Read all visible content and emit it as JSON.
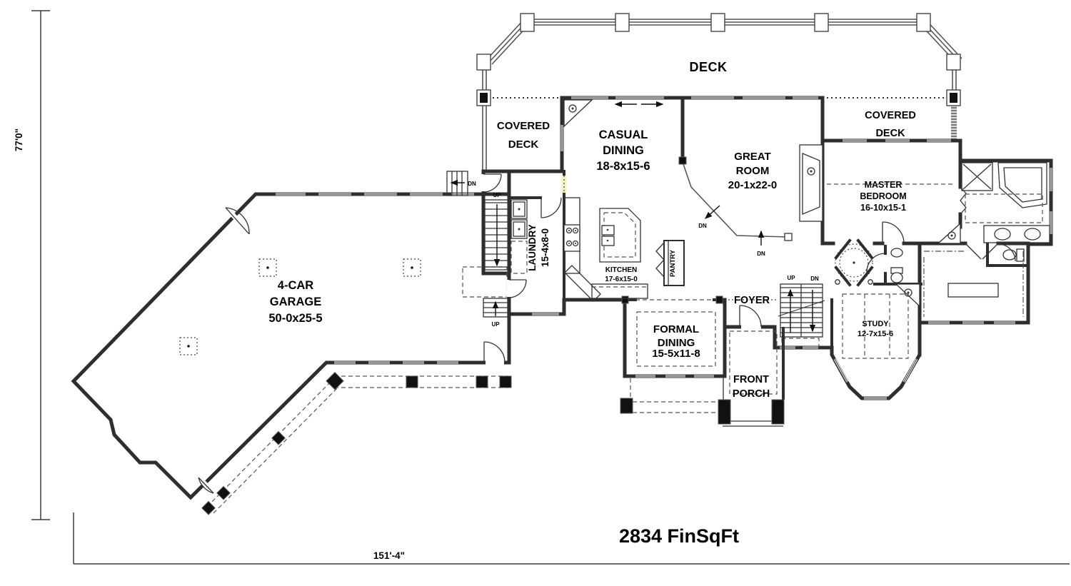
{
  "colors": {
    "floor": "#F6F2C1",
    "wall": "#2E2E2E",
    "exterior": "#FFFFFF",
    "dash_line": "#555555"
  },
  "plan": {
    "title_area": "2834 FinSqFt",
    "dim_width": "151'-4\"",
    "dim_height": "77'0\"",
    "deck": {
      "label": "DECK"
    },
    "covered_deck_left": {
      "line1": "COVERED",
      "line2": "DECK"
    },
    "covered_deck_right": {
      "line1": "COVERED",
      "line2": "DECK"
    },
    "casual_dining": {
      "line1": "CASUAL",
      "line2": "DINING",
      "dims": "18-8x15-6"
    },
    "great_room": {
      "line1": "GREAT",
      "line2": "ROOM",
      "dims": "20-1x22-0"
    },
    "master_bedroom": {
      "line1": "MASTER",
      "line2": "BEDROOM",
      "dims": "16-10x15-1"
    },
    "kitchen": {
      "name": "KITCHEN",
      "dims": "17-6x15-0"
    },
    "laundry": {
      "name": "LAUNDRY",
      "dims": "15-4x8-0"
    },
    "pantry": {
      "name": "PANTRY"
    },
    "foyer": {
      "name": "FOYER"
    },
    "formal_dining": {
      "line1": "FORMAL",
      "line2": "DINING",
      "dims": "15-5x11-8"
    },
    "front_porch": {
      "line1": "FRONT",
      "line2": "PORCH"
    },
    "study": {
      "name": "STUDY",
      "dims": "12-7x15-6"
    },
    "garage": {
      "line1": "4-CAR",
      "line2": "GARAGE",
      "dims": "50-0x25-5"
    },
    "markers": {
      "up": "UP",
      "dn": "DN"
    }
  }
}
